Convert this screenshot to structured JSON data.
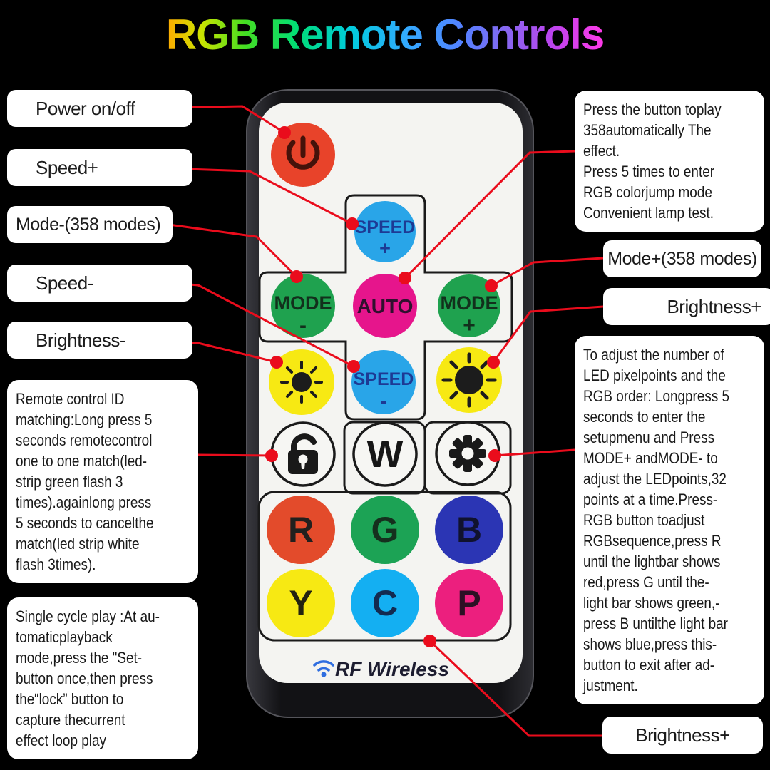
{
  "title": "RGB Remote Controls",
  "callouts": {
    "power": "Power on/off",
    "speed_plus": "Speed+",
    "mode_minus": "Mode-(358 modes)",
    "speed_minus": "Speed-",
    "brightness_minus": "Brightness-",
    "mode_plus": "Mode+(358 modes)",
    "brightness_plus": "Brightness+",
    "brightness_plus_bottom": "Brightness+",
    "id_matching": "Remote control ID\nmatching:Long press 5\nseconds remotecontrol\none to one match(led-\nstrip green flash 3\ntimes).againlong press\n5 seconds to cancelthe\nmatch(led strip white\nflash 3times).",
    "single_cycle": "Single cycle play :At au-\ntomaticplayback\nmode,press the \"Set-\nbutton once,then press\nthe“lock” button to\ncapture thecurrent\neffect loop play",
    "auto_play": "Press the button toplay\n358automatically The\neffect.\nPress 5 times to enter\nRGB colorjump mode\nConvenient lamp test.",
    "setup": "To adjust the number of\nLED pixelpoints and the\nRGB order: Longpress 5\nseconds to enter the\nsetupmenu and Press\nMODE+ andMODE- to\nadjust the LEDpoints,32\npoints at a time.Press-\nRGB button toadjust\nRGBsequence,press R\nuntil the lightbar shows\nred,press G until the-\nlight bar shows green,-\npress B untilthe light bar\nshows blue,press this-\nbutton to exit after ad-\njustment."
  },
  "remote": {
    "buttons": {
      "speed_plus": {
        "label": "SPEED",
        "sign": "+"
      },
      "speed_minus": {
        "label": "SPEED",
        "sign": "-"
      },
      "mode_minus": {
        "label": "MODE",
        "sign": "-"
      },
      "mode_plus": {
        "label": "MODE",
        "sign": "+"
      },
      "auto": {
        "label": "AUTO"
      },
      "white": {
        "label": "W"
      },
      "r": "R",
      "g": "G",
      "b": "B",
      "y": "Y",
      "c": "C",
      "p": "P"
    },
    "brand": "RF Wireless"
  },
  "palette": {
    "red_line": "#ea0c1c",
    "power_btn": "#e8432a",
    "blue_btn": "#29a5e8",
    "green_btn": "#1fa24f",
    "magenta_btn": "#e6158c",
    "yellow_btn": "#f7e913",
    "r_btn": "#e34b2b",
    "g_btn": "#1ca355",
    "b_btn": "#2b35b4",
    "y_btn": "#f7e913",
    "c_btn": "#14aff2",
    "p_btn": "#ec1f7e",
    "title_gradient": [
      "#ffaa00",
      "#cce400",
      "#44dd22",
      "#00dd77",
      "#00ccdd",
      "#33aaff",
      "#5580ff",
      "#8866f0",
      "#bb44ee",
      "#ff3ae8"
    ]
  }
}
